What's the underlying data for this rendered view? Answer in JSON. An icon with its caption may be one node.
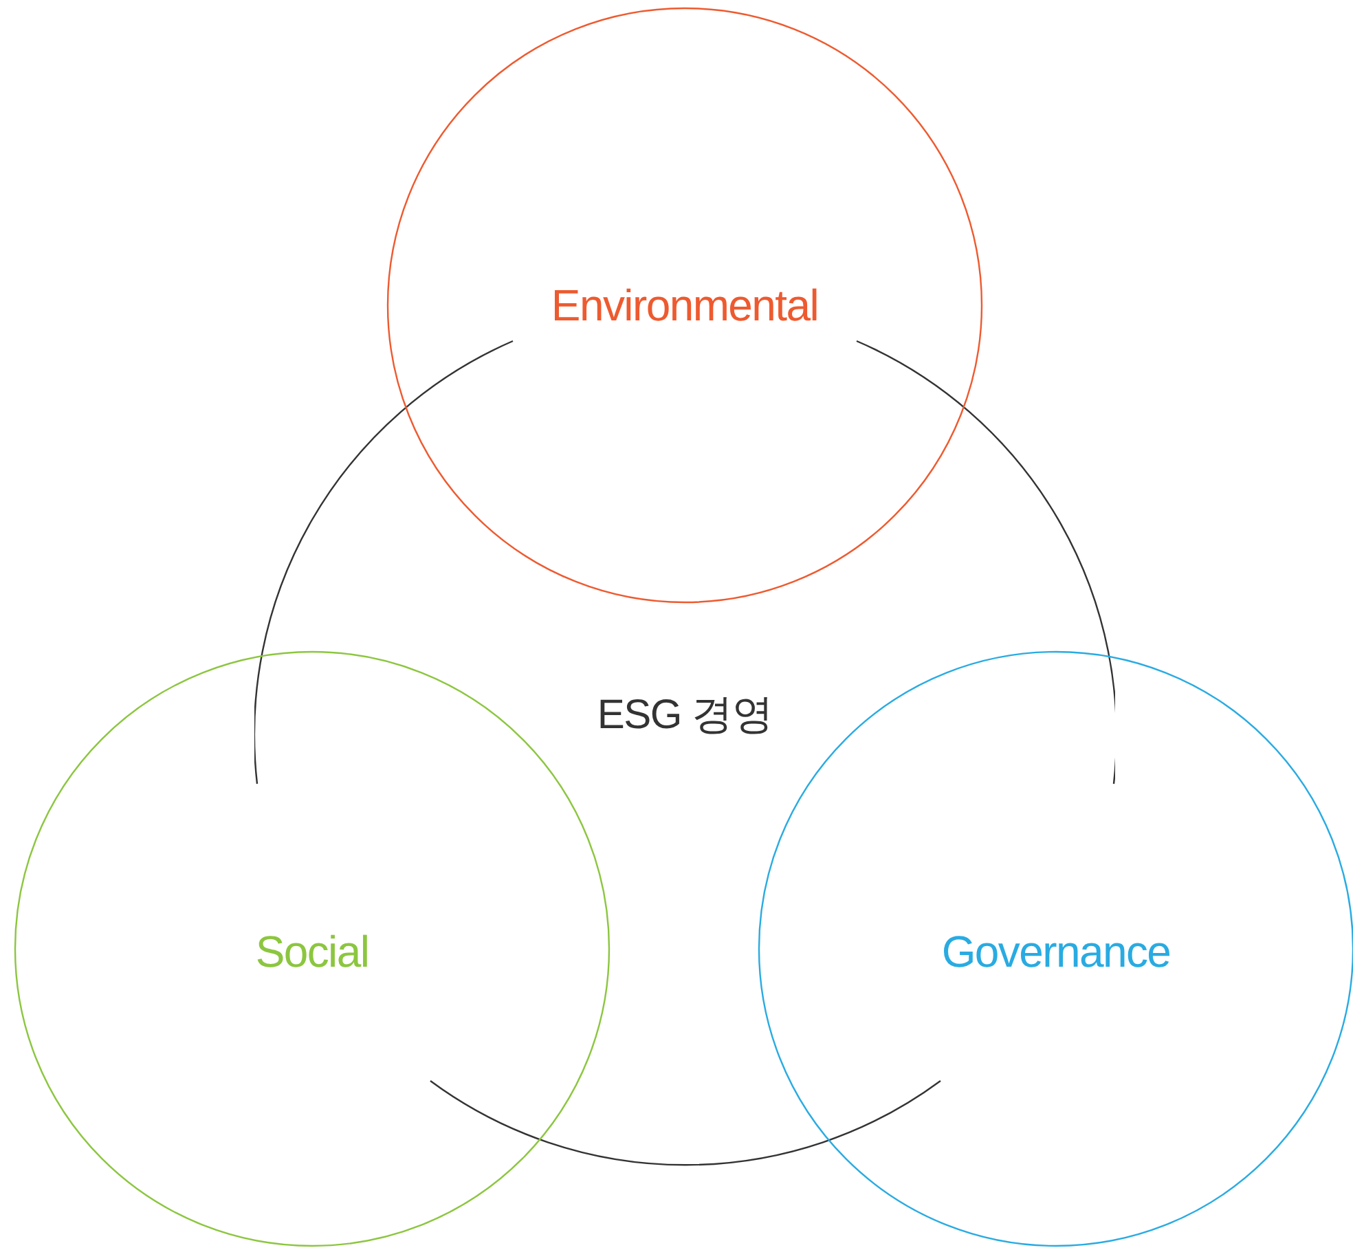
{
  "diagram": {
    "nodes": [
      {
        "text": [
          "Environmental"
        ]
      },
      {
        "text": [
          "ESG 경영"
        ]
      },
      {
        "text": [
          "Social"
        ]
      },
      {
        "text": [
          "Governance"
        ]
      }
    ]
  }
}
